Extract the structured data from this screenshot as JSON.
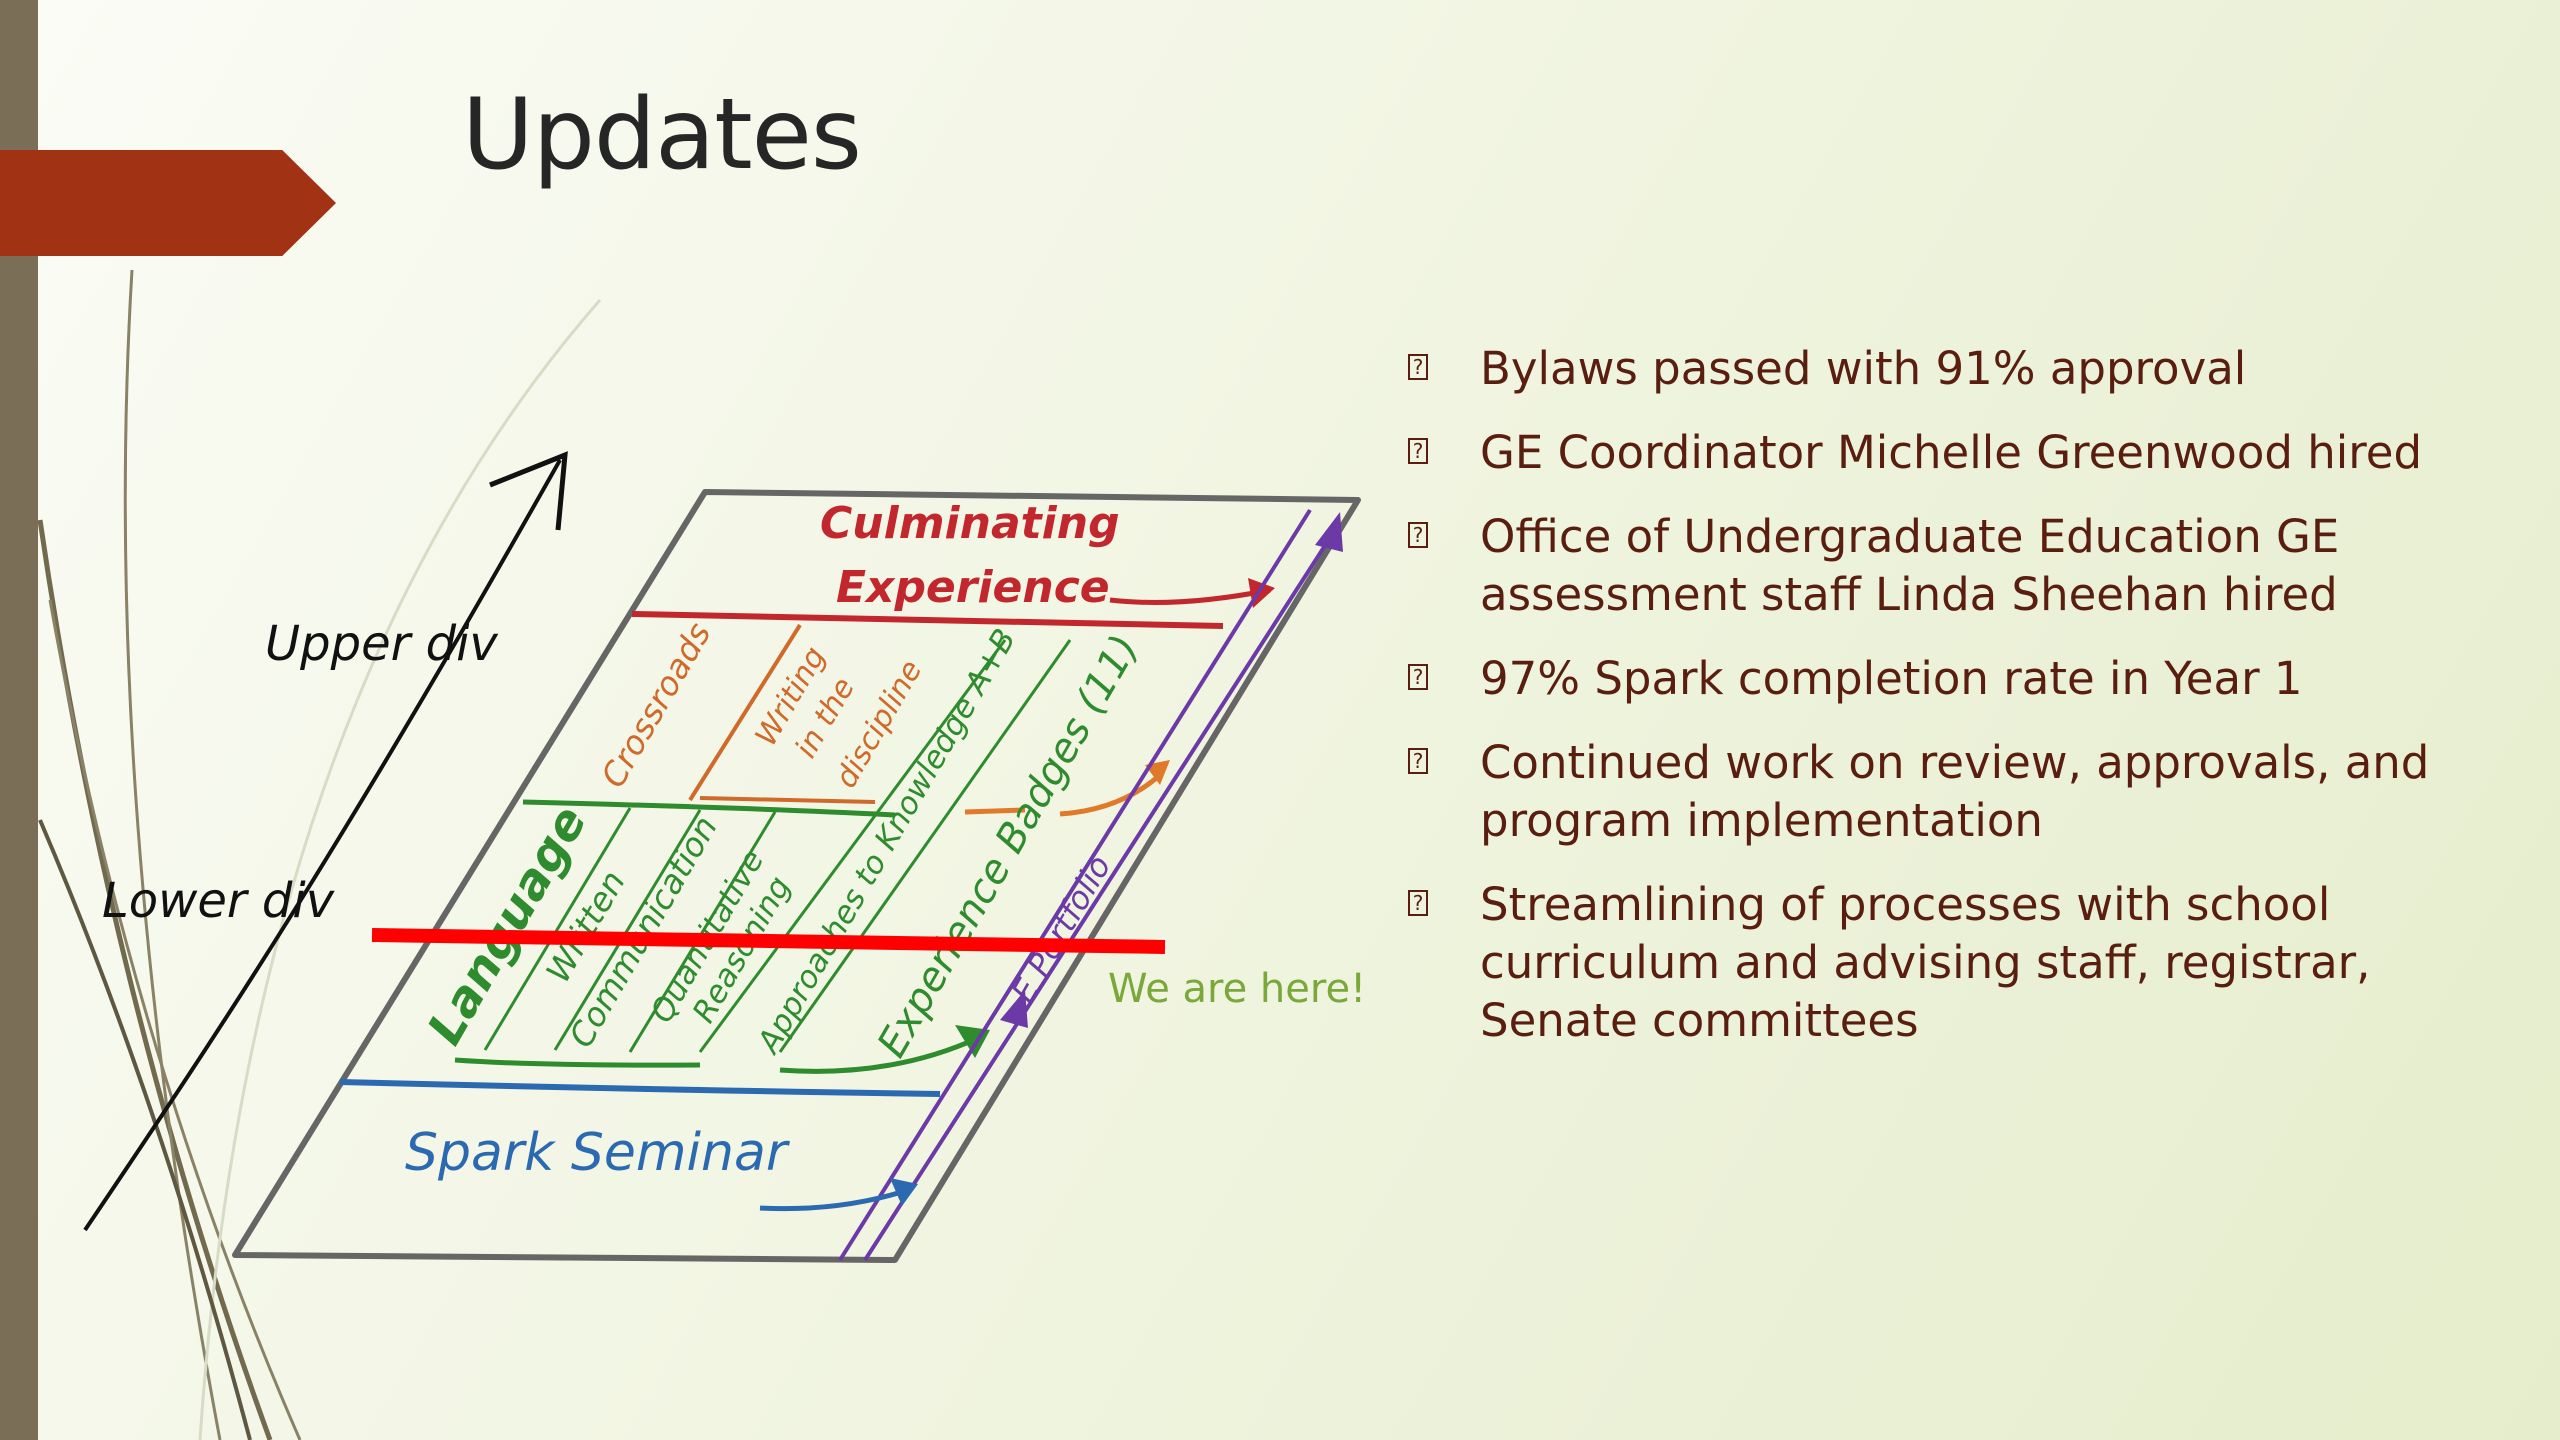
{
  "slide": {
    "title": "Updates",
    "colors": {
      "accent_arrow": "#a23214",
      "left_bar": "#7b6e56",
      "bullet_text": "#5a1e10",
      "here_line": "#ff0000"
    }
  },
  "diagram": {
    "axis_labels": {
      "upper": "Upper div",
      "lower": "Lower div"
    },
    "culminating_line1": "Culminating",
    "culminating_line2": "Experience",
    "crossroads": "Crossroads",
    "writing_line1": "Writing",
    "writing_line2": "in the",
    "writing_line3": "discipline",
    "language": "Language",
    "written_line1": "Written",
    "written_line2": "Communication",
    "quant_line1": "Quantitative",
    "quant_line2": "Reasoning",
    "approaches": "Approaches to Knowledge A+B",
    "badges": "Experience Badges (11)",
    "eportfolio": "E Portfolio",
    "spark": "Spark Seminar",
    "we_are_here": "We are here!"
  },
  "bullets": [
    {
      "icon": "square-bullet-icon",
      "text": "Bylaws passed with 91% approval"
    },
    {
      "icon": "square-bullet-icon",
      "text": "GE Coordinator Michelle Greenwood hired"
    },
    {
      "icon": "square-bullet-icon",
      "text": "Office of Undergraduate Education GE assessment staff Linda Sheehan hired"
    },
    {
      "icon": "square-bullet-icon",
      "text": "97% Spark completion rate in Year 1"
    },
    {
      "icon": "square-bullet-icon",
      "text": "Continued work on review, approvals, and program implementation"
    },
    {
      "icon": "square-bullet-icon",
      "text": "Streamlining of processes with school curriculum and advising staff, registrar, Senate committees"
    }
  ]
}
